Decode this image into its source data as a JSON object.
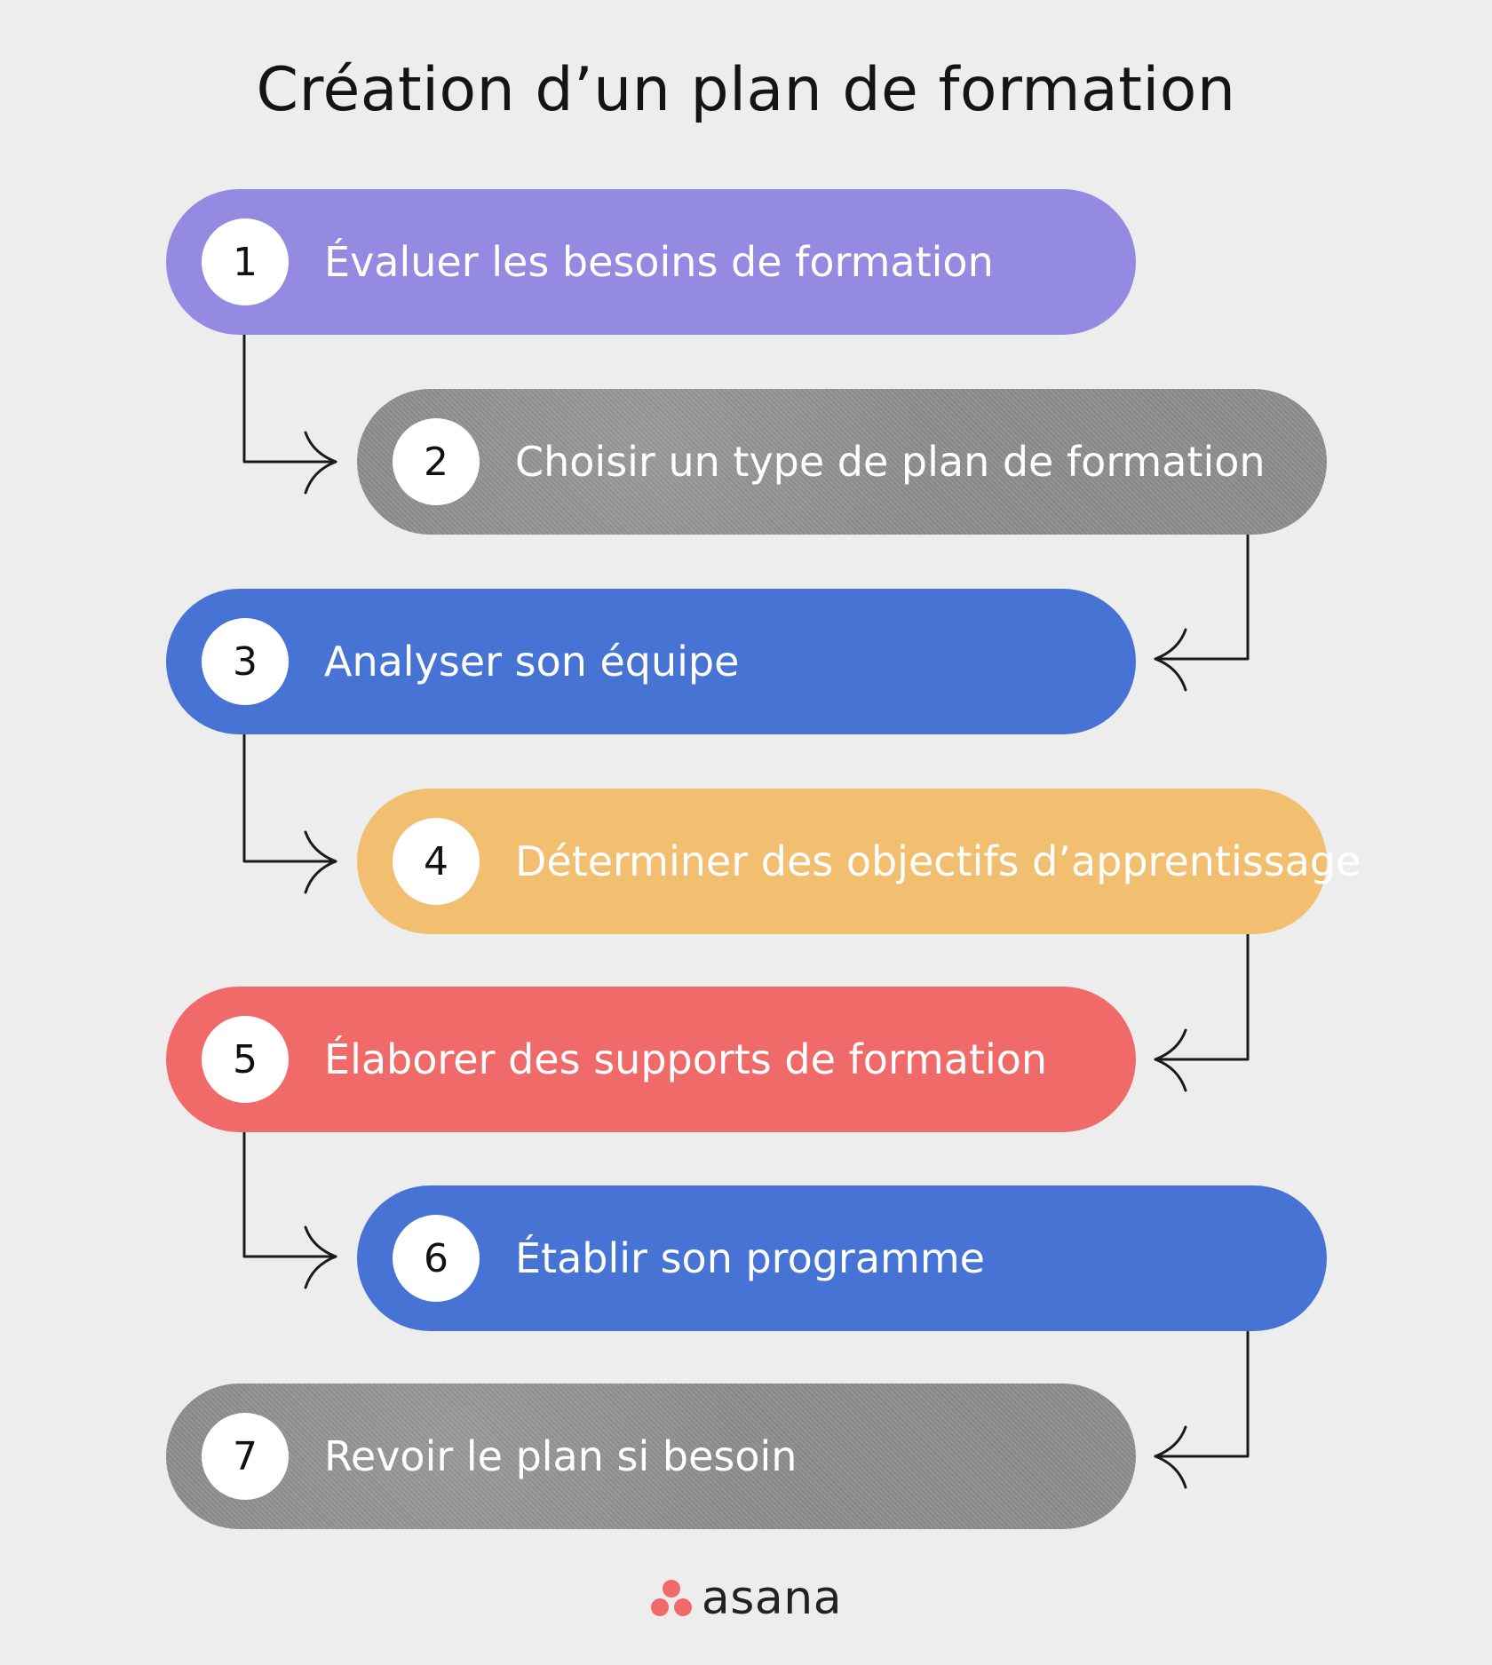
{
  "title": "Création d’un plan de formation",
  "steps": [
    {
      "number": "1",
      "label": "Évaluer les besoins de formation",
      "color": "#948ae1"
    },
    {
      "number": "2",
      "label": "Choisir un type de plan de formation",
      "color": "#8f8f8f"
    },
    {
      "number": "3",
      "label": "Analyser son équipe",
      "color": "#4773d5"
    },
    {
      "number": "4",
      "label": "Déterminer des objectifs d’apprentissage",
      "color": "#f1bf6f"
    },
    {
      "number": "5",
      "label": "Élaborer des supports de formation",
      "color": "#f16a6a"
    },
    {
      "number": "6",
      "label": "Établir son programme",
      "color": "#4773d5"
    },
    {
      "number": "7",
      "label": "Revoir le plan si besoin",
      "color": "#8f8f8f"
    }
  ],
  "logo": {
    "text": "asana",
    "color": "#f06a6a",
    "icon": "asana-three-dots-icon"
  },
  "connector_color": "#1a1a1a"
}
